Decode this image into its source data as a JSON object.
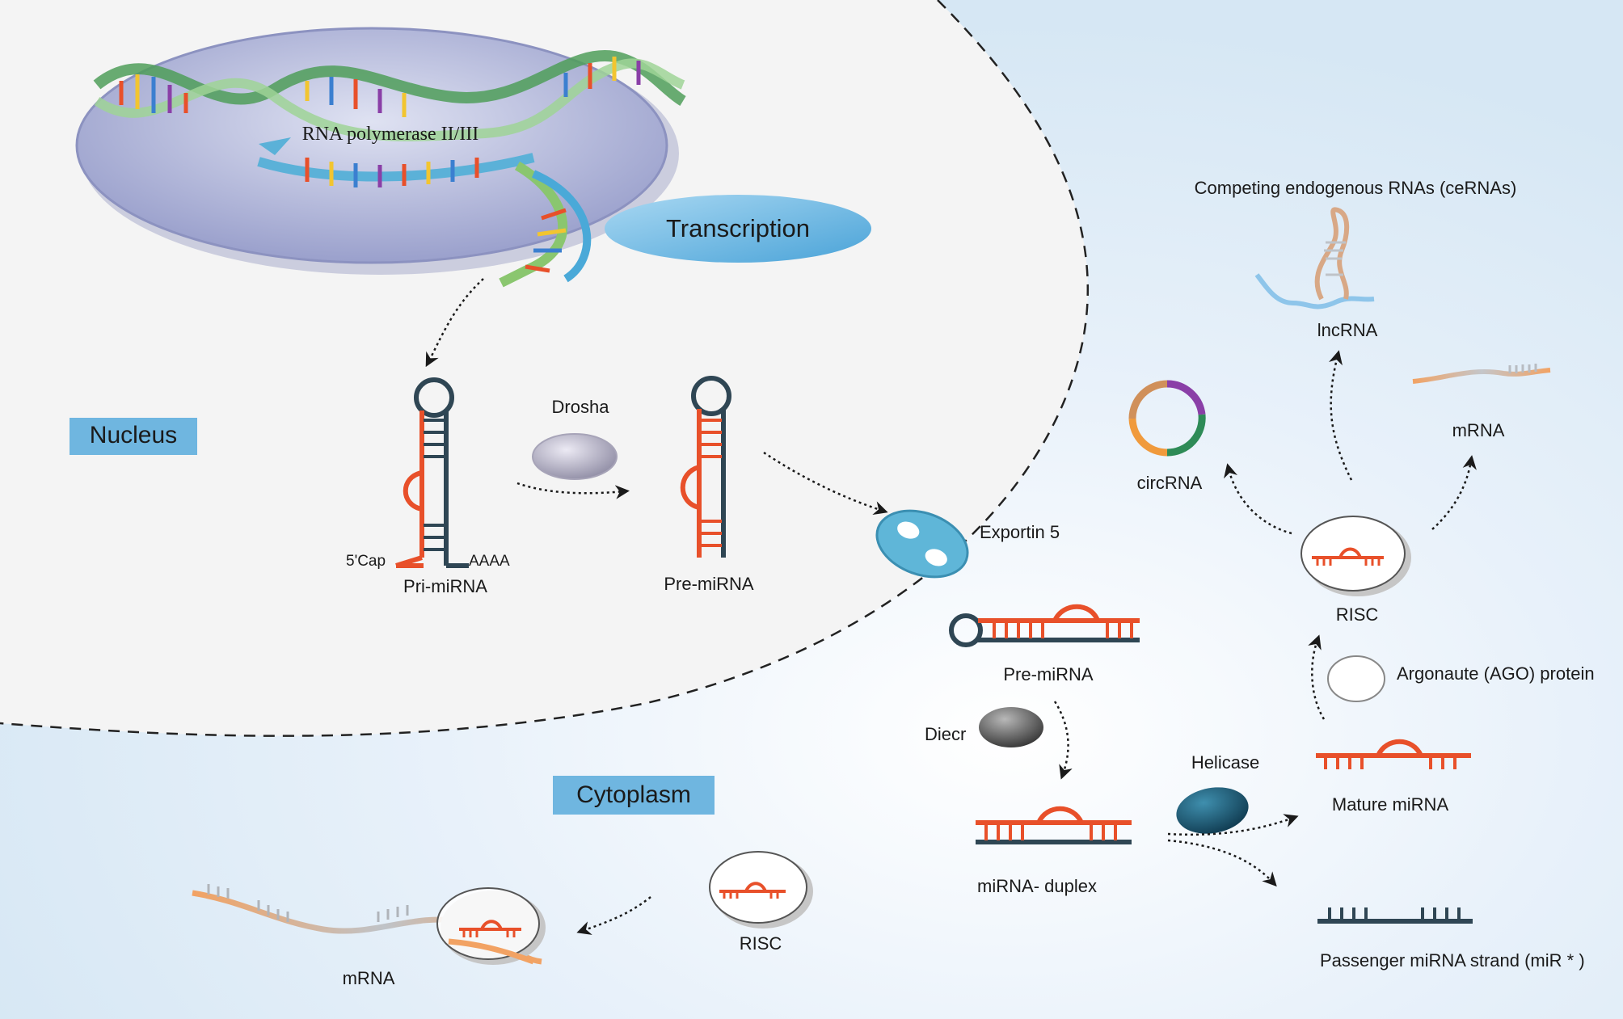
{
  "labels": {
    "rna_polymerase": "RNA polymerase II/III",
    "transcription": "Transcription",
    "nucleus": "Nucleus",
    "cytoplasm": "Cytoplasm",
    "drosha": "Drosha",
    "five_cap": "5'Cap",
    "aaaa": "AAAA",
    "pri_mirna": "Pri-miRNA",
    "pre_mirna_nucleus": "Pre-miRNA",
    "exportin": "Exportin 5",
    "pre_mirna_cytoplasm": "Pre-miRNA",
    "dicer": "Diecr",
    "mirna_duplex": "miRNA- duplex",
    "helicase": "Helicase",
    "mature_mirna": "Mature miRNA",
    "passenger": "Passenger miRNA strand (miR * )",
    "ago": "Argonaute (AGO) protein",
    "risc_right": "RISC",
    "circrna": "circRNA",
    "lncrna": "lncRNA",
    "mrna_right": "mRNA",
    "cerna": "Competing endogenous RNAs (ceRNAs)",
    "risc_bottom": "RISC",
    "mrna_bottom": "mRNA"
  },
  "colors": {
    "mirna_strand": "#e8502a",
    "passenger_strand": "#2f4654",
    "nucleus_fill": "#f4f4f4",
    "cytoplasm_fill": "#e3eef8",
    "label_box": "#6fb6e0",
    "exportin": "#5fb6d8",
    "helicase": "#1f5f7a",
    "dna_green": "#6fb86a",
    "polymerase": "#b9bedd"
  }
}
